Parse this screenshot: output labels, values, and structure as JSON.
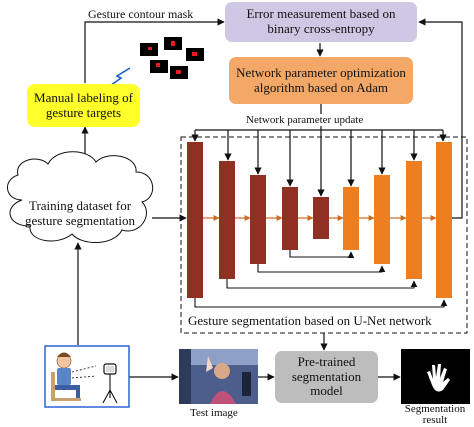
{
  "colors": {
    "error_box": "#cfc8e4",
    "adam_box": "#f4a868",
    "manual_box": "#ffff2a",
    "encoder_bar": "#8f3023",
    "decoder_bar": "#ee7e1e",
    "pretrained_box": "#bdbdbd",
    "arrow": "#111111"
  },
  "labels": {
    "gesture_contour_mask": "Gesture contour mask",
    "error_measurement": "Error measurement based on binary cross-entropy",
    "network_optimization": "Network parameter optimization algorithm based on Adam",
    "manual_labeling": "Manual labeling of gesture targets",
    "network_parameter_update": "Network parameter update",
    "training_dataset": "Training dataset for gesture segmentation",
    "unet_caption": "Gesture segmentation based on U-Net network",
    "pretrained_model": "Pre-trained segmentation model",
    "test_image": "Test image",
    "segmentation_result": "Segmentation result"
  },
  "icons": {
    "mask_images": "gesture-mask-thumbnails-icon",
    "signal": "lightning-signal-icon",
    "person_camera": "person-with-camera-icon",
    "test_photo": "test-image-photo",
    "result_mask": "segmentation-result-mask"
  }
}
